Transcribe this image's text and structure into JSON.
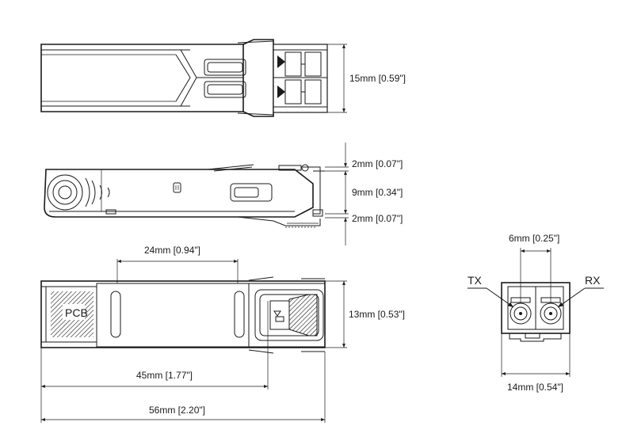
{
  "dimensions": {
    "top_height": "15mm [0.59\"]",
    "side_top_gap": "2mm [0.07\"]",
    "side_body": "9mm [0.34\"]",
    "side_bottom_gap": "2mm [0.07\"]",
    "width_24": "24mm [0.94\"]",
    "bottom_height": "13mm [0.53\"]",
    "length_45": "45mm [1.77\"]",
    "length_56": "56mm [2.20\"]",
    "front_pitch": "6mm [0.25\"]",
    "front_width": "14mm [0.54\"]"
  },
  "labels": {
    "pcb": "PCB",
    "tx": "TX",
    "rx": "RX"
  },
  "colors": {
    "line": "#1a1a1a",
    "background": "#ffffff"
  }
}
